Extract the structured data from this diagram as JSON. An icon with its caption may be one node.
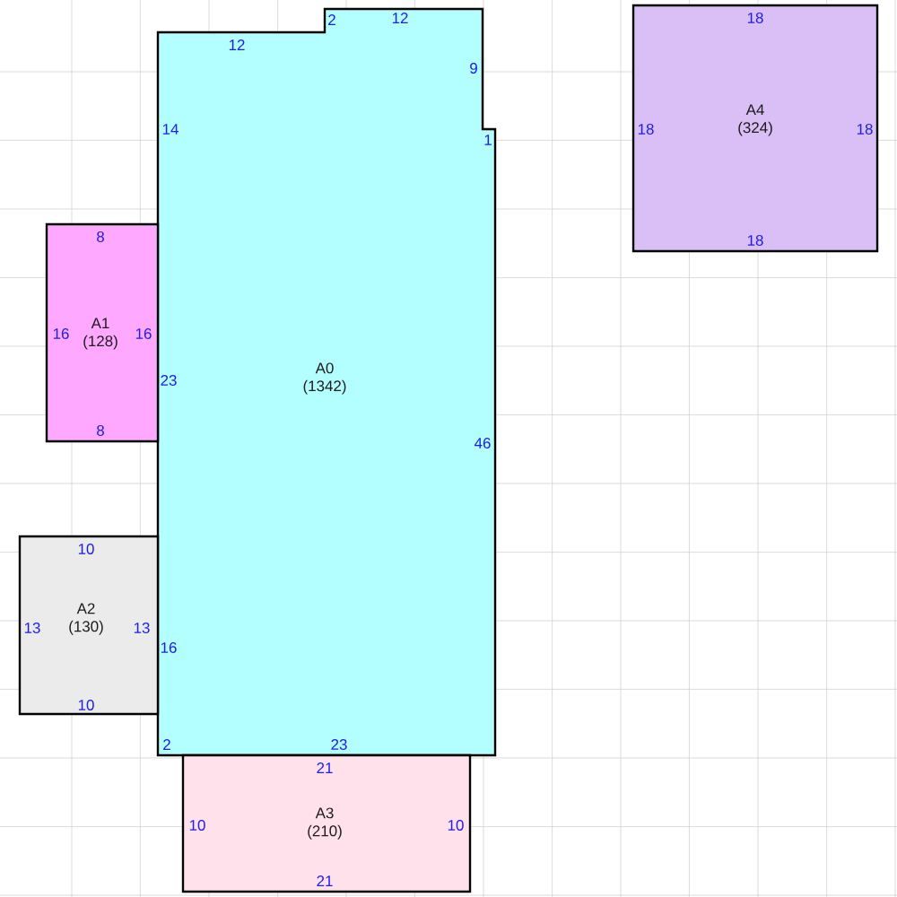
{
  "diagram": {
    "nodes": [
      {
        "text": [
          "A0",
          "(1342)",
          "12",
          "2",
          "12",
          "9",
          "1",
          "14",
          "23",
          "46",
          "16",
          "2",
          "23"
        ]
      },
      {
        "text": [
          "A1",
          "(128)",
          "8",
          "16",
          "16",
          "8"
        ]
      },
      {
        "text": [
          "A2",
          "(130)",
          "10",
          "13",
          "13",
          "10"
        ]
      },
      {
        "text": [
          "A3",
          "(210)",
          "21",
          "10",
          "10",
          "21"
        ]
      },
      {
        "text": [
          "A4",
          "(324)",
          "18",
          "18",
          "18",
          "18"
        ]
      }
    ]
  }
}
